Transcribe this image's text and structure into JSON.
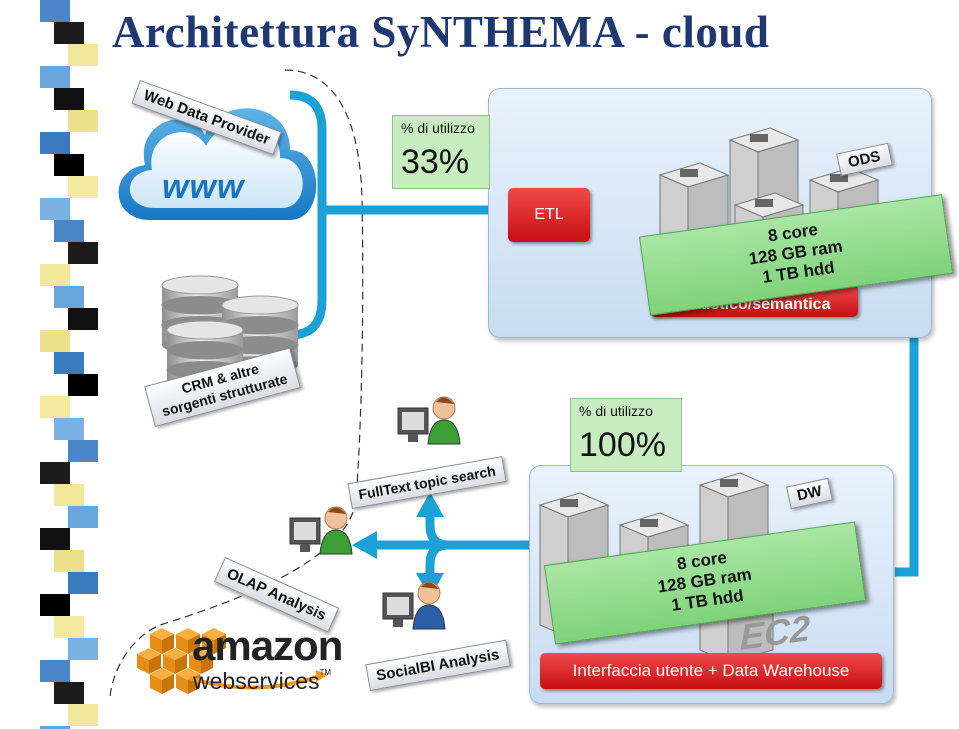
{
  "title": "Architettura SyNTHEMA - cloud",
  "sources": {
    "web": "Web Data Provider",
    "www": "www",
    "crm": [
      "CRM & altre",
      "sorgenti strutturate"
    ]
  },
  "top": {
    "util_label": "% di utilizzo",
    "util_value": "33%",
    "etl": "ETL",
    "ods": "ODS",
    "spec": [
      "8 core",
      "128 GB ram",
      "1 TB hdd"
    ],
    "analysis": "statistico/semantica"
  },
  "bottom": {
    "util_label": "% di utilizzo",
    "util_value": "100%",
    "dw": "DW",
    "spec": [
      "8 core",
      "128 GB ram",
      "1 TB hdd"
    ],
    "ec2": "EC2",
    "interface": "Interfaccia utente + Data Warehouse"
  },
  "clients": {
    "fulltext": "FullText topic search",
    "olap": "OLAP Analysis",
    "socialbi": "SocialBI Analysis"
  },
  "amazon": {
    "brand": "amazon",
    "sub": "webservices",
    "tm": "TM"
  },
  "colors": {
    "title": "#1f3872",
    "flow": "#1ba1d6",
    "util_bg": "#c6ecc0",
    "spec_bg": "#8fdc8a",
    "button": "#d9141b"
  }
}
